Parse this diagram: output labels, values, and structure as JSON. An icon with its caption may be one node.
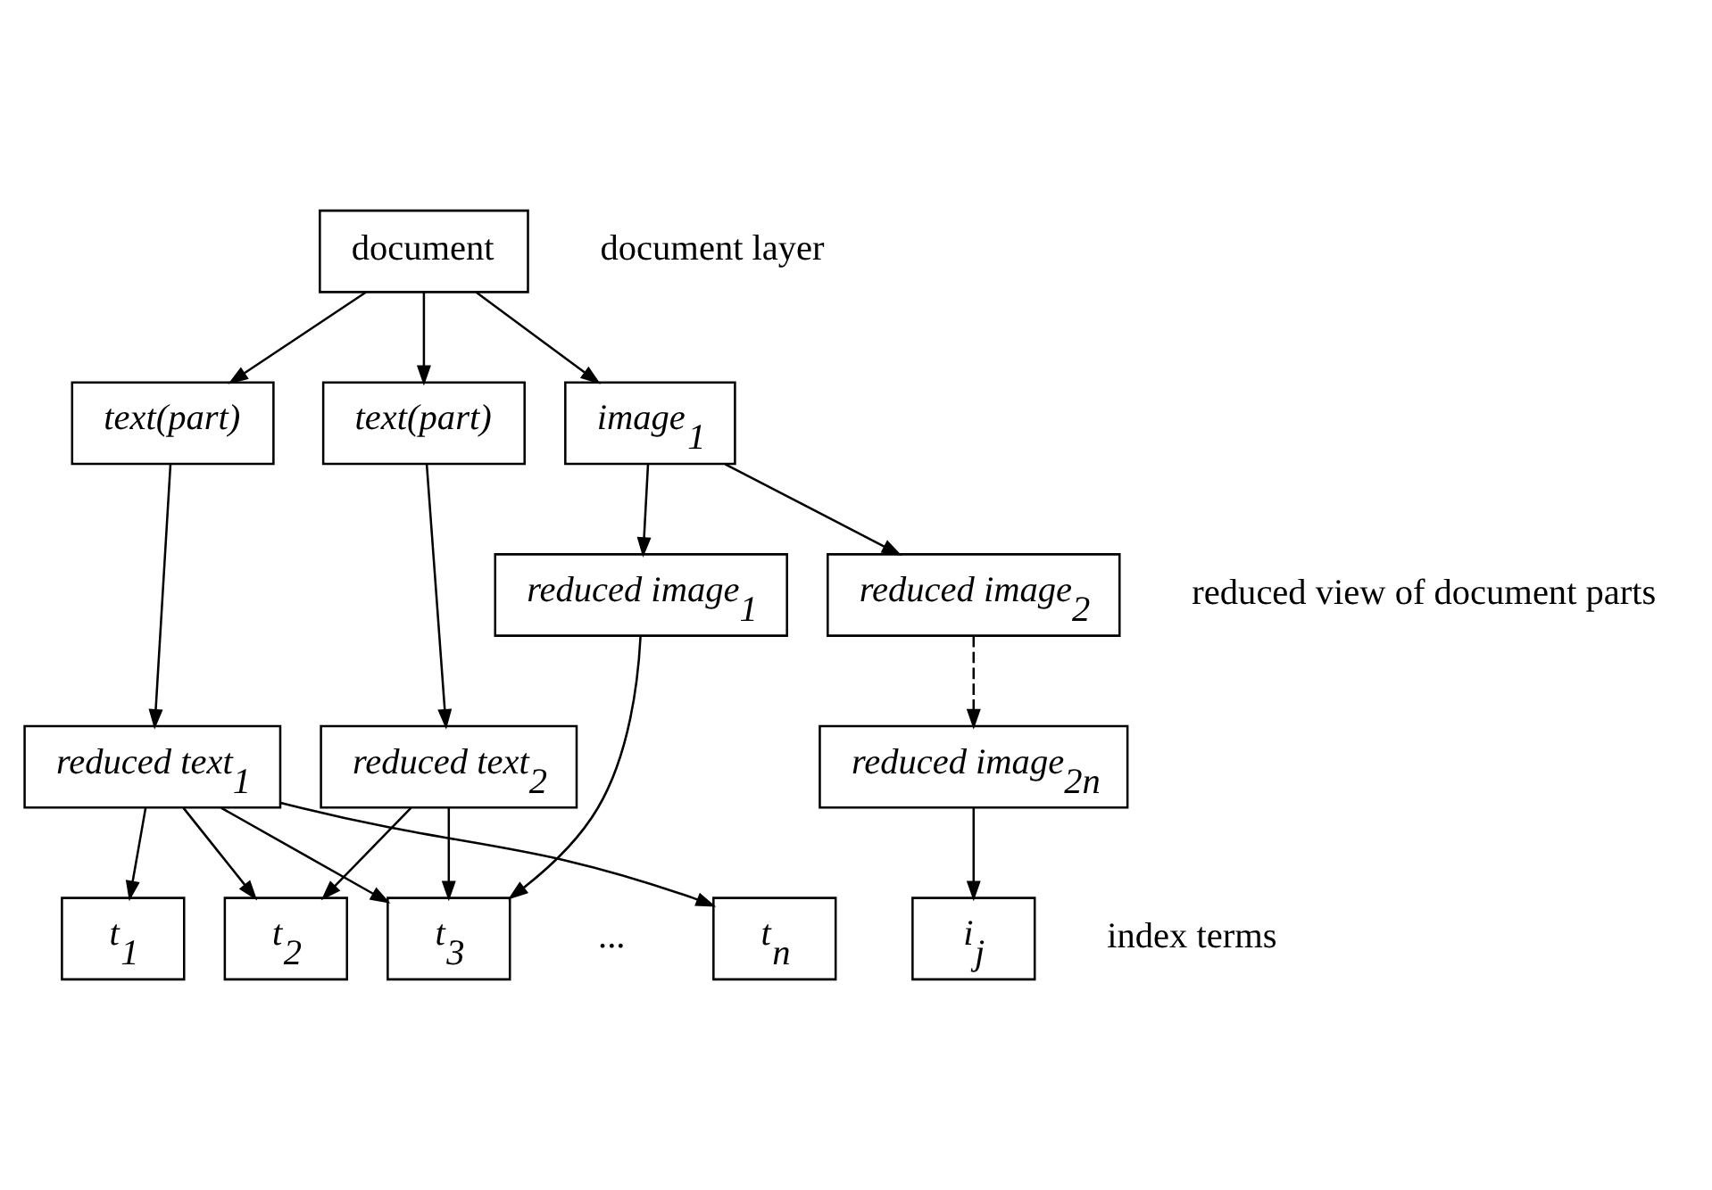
{
  "diagram": {
    "nodes": [
      {
        "text": [
          "document"
        ]
      },
      {
        "text": [
          "text(part)"
        ]
      },
      {
        "text": [
          "text(part)"
        ]
      },
      {
        "text": [
          "image$_{1}$"
        ]
      },
      {
        "text": [
          "reduced image$_{1}$"
        ]
      },
      {
        "text": [
          "reduced image$_{2}$"
        ]
      },
      {
        "text": [
          "reduced text$_{1}$"
        ]
      },
      {
        "text": [
          "reduced text$_{2}$"
        ]
      },
      {
        "text": [
          "reduced image$_{2n}$"
        ]
      },
      {
        "text": [
          "t$_{1}$"
        ]
      },
      {
        "text": [
          "t$_{2}$"
        ]
      },
      {
        "text": [
          "t$_{3}$"
        ]
      },
      {
        "text": [
          "t$_{n}$"
        ]
      },
      {
        "text": [
          "i$_{j}$"
        ]
      }
    ],
    "edges": [
      {
        "from": 0,
        "to": 1,
        "arrow": "to"
      },
      {
        "from": 0,
        "to": 2,
        "arrow": "to"
      },
      {
        "from": 0,
        "to": 3,
        "arrow": "to"
      },
      {
        "from": 1,
        "to": 6,
        "arrow": "to"
      },
      {
        "from": 2,
        "to": 7,
        "arrow": "to"
      },
      {
        "from": 3,
        "to": 4,
        "arrow": "to"
      },
      {
        "from": 3,
        "to": 5,
        "arrow": "to"
      },
      {
        "from": 5,
        "to": 8,
        "arrow": "to",
        "style": "dashed"
      },
      {
        "from": 4,
        "to": 11,
        "arrow": "to"
      },
      {
        "from": 6,
        "to": 9,
        "arrow": "to"
      },
      {
        "from": 6,
        "to": 10,
        "arrow": "to"
      },
      {
        "from": 6,
        "to": 11,
        "arrow": "to"
      },
      {
        "from": 6,
        "to": 12,
        "arrow": "to"
      },
      {
        "from": 7,
        "to": 10,
        "arrow": "to"
      },
      {
        "from": 7,
        "to": 11,
        "arrow": "to"
      },
      {
        "from": 8,
        "to": 13,
        "arrow": "to"
      }
    ],
    "labels": [
      "document layer",
      "reduced view of document parts",
      "...",
      "index terms"
    ]
  }
}
